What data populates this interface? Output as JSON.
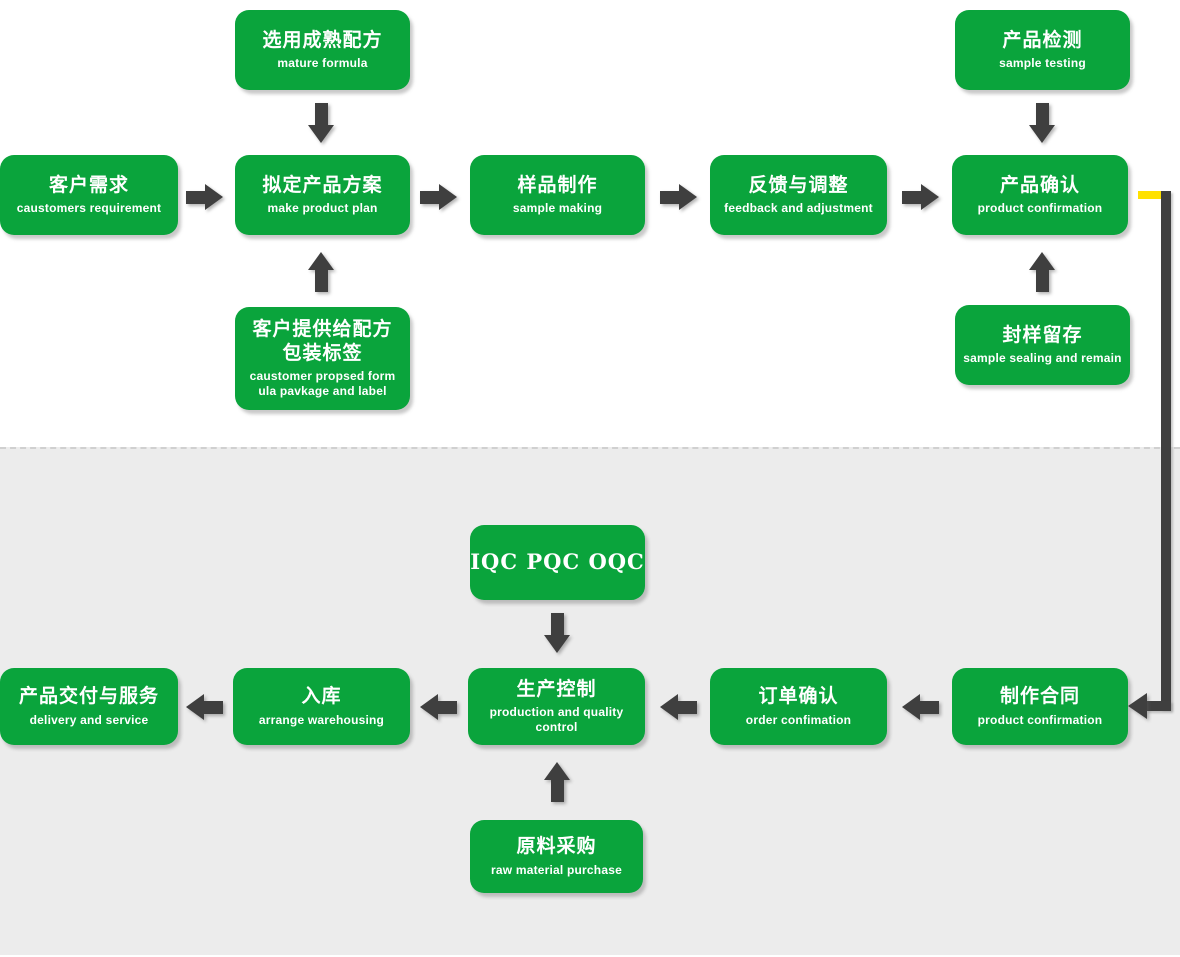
{
  "colors": {
    "node_green": "#0aa43c",
    "arrow_dark": "#3f3f3f",
    "lower_section_bg": "#ececec",
    "connector_yellow": "#ffe100",
    "divider_gray": "#d0d0d0"
  },
  "nodes": {
    "mature_formula": {
      "title": "选用成熟配方",
      "subtitle": "mature formula"
    },
    "sample_testing": {
      "title": "产品检测",
      "subtitle": "sample testing"
    },
    "customer_requirement": {
      "title": "客户需求",
      "subtitle": "caustomers requirement"
    },
    "make_product_plan": {
      "title": "拟定产品方案",
      "subtitle": "make product plan"
    },
    "sample_making": {
      "title": "样品制作",
      "subtitle": "sample making"
    },
    "feedback_adjustment": {
      "title": "反馈与调整",
      "subtitle": "feedback and adjustment"
    },
    "product_confirmation": {
      "title": "产品确认",
      "subtitle": "product confirmation"
    },
    "customer_formula": {
      "title_line1": "客户提供给配方",
      "title_line2": "包装标签",
      "subtitle_line1": "caustomer propsed form",
      "subtitle_line2": "ula pavkage and label"
    },
    "sample_sealing": {
      "title": "封样留存",
      "subtitle": "sample sealing and remain"
    },
    "iqc": {
      "title": "IQC PQC OQC"
    },
    "delivery_service": {
      "title": "产品交付与服务",
      "subtitle": "delivery and service"
    },
    "warehousing": {
      "title": "入库",
      "subtitle": "arrange warehousing"
    },
    "production_control": {
      "title": "生产控制",
      "subtitle": "production and quality control"
    },
    "order_confirmation": {
      "title": "订单确认",
      "subtitle": "order confimation"
    },
    "make_contract": {
      "title": "制作合同",
      "subtitle": "product confirmation"
    },
    "raw_material": {
      "title": "原料采购",
      "subtitle": "raw material purchase"
    }
  }
}
